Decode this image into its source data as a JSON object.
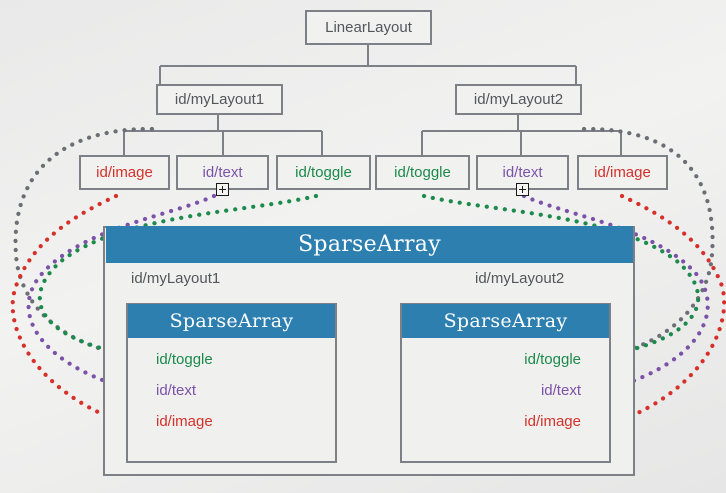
{
  "diagram": {
    "title": "SparseArray view-tag storage diagram",
    "colors": {
      "background": "#ececeb",
      "box_border": "#7d8086",
      "box_fill": "#f1f1f0",
      "text_gray": "#53565b",
      "accent_blue": "#2d7fb0",
      "image_red": "#d5312a",
      "text_purple": "#7b52a8",
      "toggle_green": "#1b8a4b",
      "wire_gray": "#6b6e74"
    },
    "tree": {
      "root": {
        "label": "LinearLayout"
      },
      "branches": [
        {
          "label": "id/myLayout1",
          "children": [
            {
              "label": "id/image",
              "color": "red"
            },
            {
              "label": "id/text",
              "color": "purple",
              "marker": "plus"
            },
            {
              "label": "id/toggle",
              "color": "green"
            }
          ]
        },
        {
          "label": "id/myLayout2",
          "children": [
            {
              "label": "id/toggle",
              "color": "green"
            },
            {
              "label": "id/text",
              "color": "purple",
              "marker": "plus"
            },
            {
              "label": "id/image",
              "color": "red"
            }
          ]
        }
      ]
    },
    "store": {
      "header": "SparseArray",
      "groups": [
        {
          "label": "id/myLayout1",
          "header": "SparseArray",
          "align": "left",
          "items": [
            {
              "label": "id/toggle",
              "color": "green"
            },
            {
              "label": "id/text",
              "color": "purple"
            },
            {
              "label": "id/image",
              "color": "red"
            }
          ]
        },
        {
          "label": "id/myLayout2",
          "header": "SparseArray",
          "align": "right",
          "items": [
            {
              "label": "id/toggle",
              "color": "green"
            },
            {
              "label": "id/text",
              "color": "purple"
            },
            {
              "label": "id/image",
              "color": "red"
            }
          ]
        }
      ]
    }
  }
}
